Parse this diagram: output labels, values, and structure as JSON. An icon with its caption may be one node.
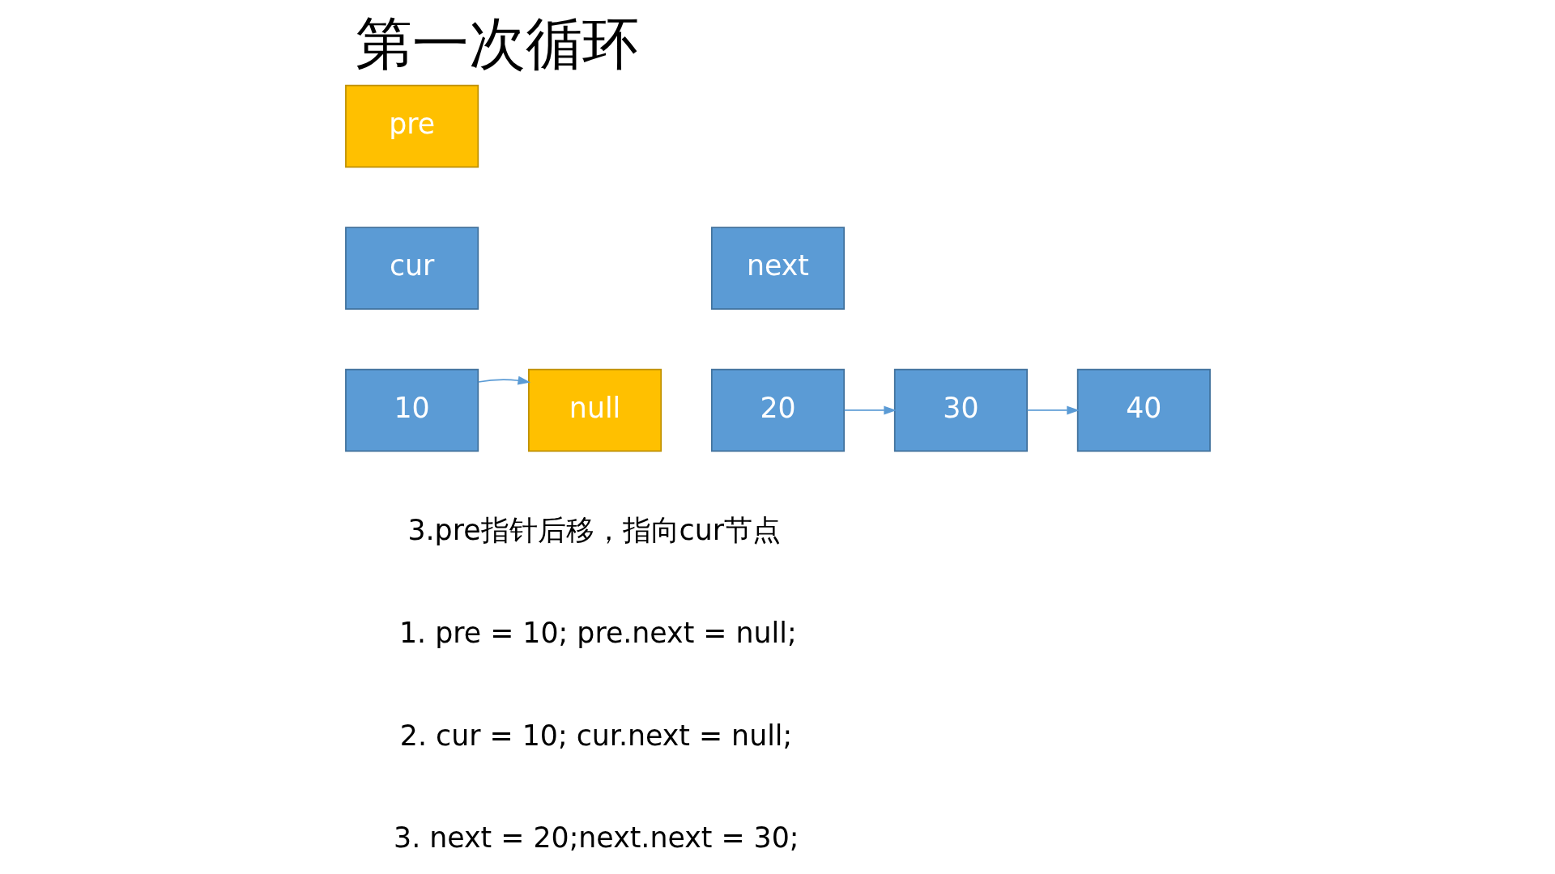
{
  "diagram": {
    "title": "第一次循环",
    "nodes": [
      {
        "text": [
          "pre"
        ]
      },
      {
        "text": [
          "cur"
        ]
      },
      {
        "text": [
          "next"
        ]
      },
      {
        "text": [
          "null"
        ]
      },
      {
        "text": [
          "10"
        ]
      },
      {
        "text": [
          "20"
        ]
      },
      {
        "text": [
          "30"
        ]
      },
      {
        "text": [
          "40"
        ]
      }
    ],
    "edges": [
      {
        "from": 4,
        "to": 3,
        "arrow": "to"
      },
      {
        "from": 5,
        "to": 6,
        "arrow": "to"
      },
      {
        "from": 6,
        "to": 7,
        "arrow": "to"
      }
    ],
    "labels": [
      "3.pre指针后移，指向cur节点",
      "1. pre = 10; pre.next = null;",
      "2. cur = 10; cur.next = null;",
      "3. next = 20;next.next = 30;"
    ]
  }
}
